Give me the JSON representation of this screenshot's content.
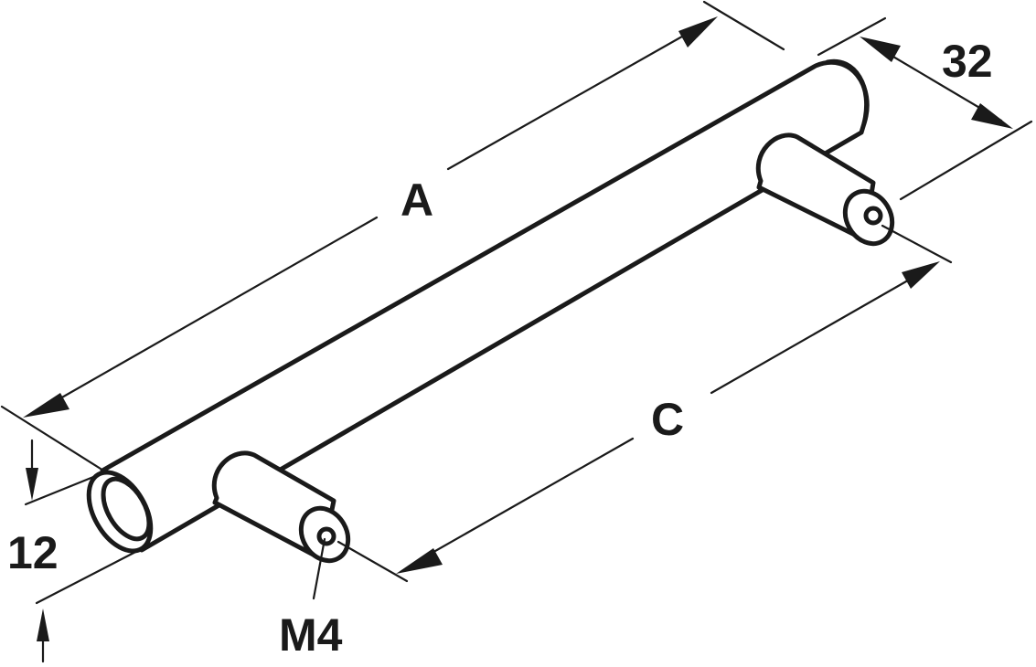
{
  "labels": {
    "length_overall": "A",
    "hole_centres": "C",
    "projection": "32",
    "bar_diameter": "12",
    "thread": "M4"
  },
  "colors": {
    "line": "#1a1a1a",
    "background": "#ffffff"
  }
}
